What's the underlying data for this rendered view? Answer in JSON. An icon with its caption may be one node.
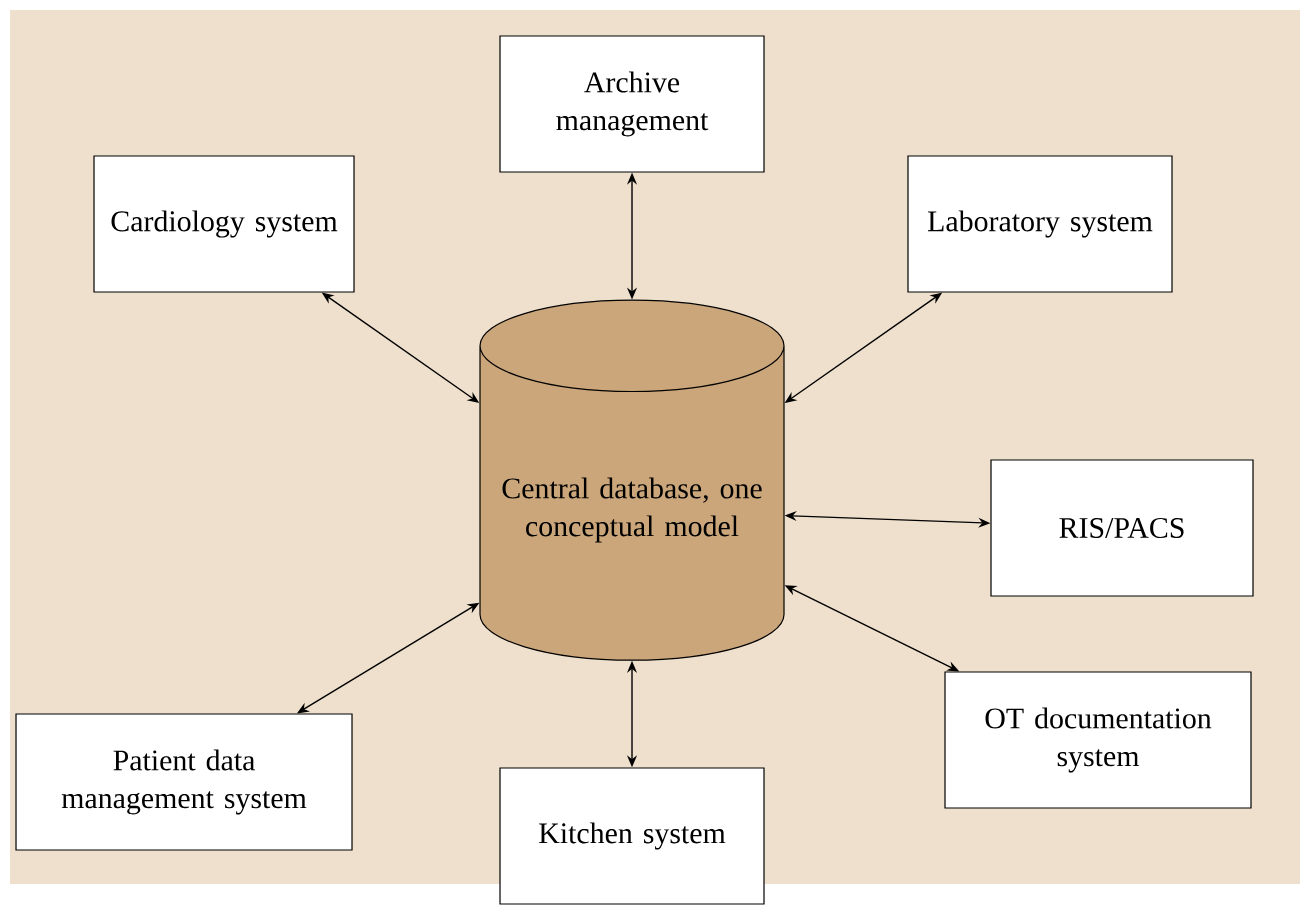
{
  "diagram": {
    "nodes": [
      {
        "text": [
          "Archive management"
        ]
      },
      {
        "text": [
          "Cardiology system"
        ]
      },
      {
        "text": [
          "Laboratory system"
        ]
      },
      {
        "text": [
          "Central database, one conceptual model"
        ]
      },
      {
        "text": [
          "RIS/PACS"
        ]
      },
      {
        "text": [
          "OT documentation system"
        ]
      },
      {
        "text": [
          "Patient data management system"
        ]
      },
      {
        "text": [
          "Kitchen system"
        ]
      }
    ],
    "edges": [
      {
        "from": 3,
        "to": 0,
        "arrow": "both"
      },
      {
        "from": 3,
        "to": 1,
        "arrow": "both"
      },
      {
        "from": 3,
        "to": 2,
        "arrow": "both"
      },
      {
        "from": 3,
        "to": 4,
        "arrow": "both"
      },
      {
        "from": 3,
        "to": 5,
        "arrow": "both"
      },
      {
        "from": 3,
        "to": 6,
        "arrow": "both"
      },
      {
        "from": 3,
        "to": 7,
        "arrow": "both"
      }
    ]
  }
}
